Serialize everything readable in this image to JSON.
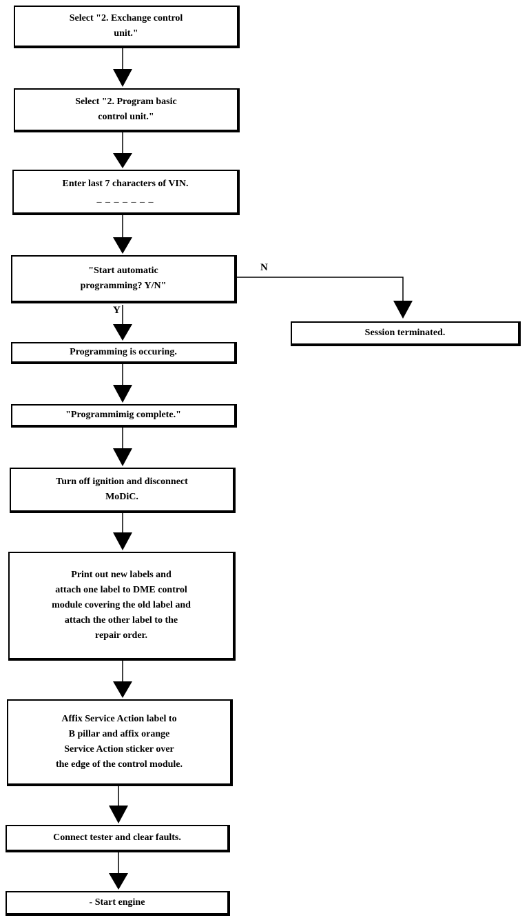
{
  "steps": [
    {
      "id": "s1",
      "lines": [
        "Select \"2. Exchange control",
        "unit.\""
      ]
    },
    {
      "id": "s2",
      "lines": [
        "Select \"2. Program basic",
        "control unit.\""
      ]
    },
    {
      "id": "s3",
      "lines": [
        "Enter last 7 characters of VIN."
      ],
      "blank": "_ _ _ _ _ _ _"
    },
    {
      "id": "s4",
      "lines": [
        "\"Start automatic",
        "programming? Y/N\""
      ]
    },
    {
      "id": "s5",
      "lines": [
        "Session terminated."
      ]
    },
    {
      "id": "s6",
      "lines": [
        "Programming is occuring."
      ]
    },
    {
      "id": "s7",
      "lines": [
        "\"Programmimig complete.\""
      ]
    },
    {
      "id": "s8",
      "lines": [
        "Turn off ignition and disconnect",
        "MoDiC."
      ]
    },
    {
      "id": "s9",
      "lines": [
        "Print out new labels and",
        "attach one label to DME control",
        "module covering the old label and",
        "attach the other label to the",
        "repair order."
      ]
    },
    {
      "id": "s10",
      "lines": [
        "Affix Service Action label to",
        "B pillar and affix orange",
        "Service Action sticker over",
        "the edge of the control module."
      ]
    },
    {
      "id": "s11",
      "lines": [
        "Connect tester and clear faults."
      ]
    },
    {
      "id": "s12",
      "lines": [
        "-      Start engine"
      ]
    }
  ],
  "branch_labels": {
    "no": "N",
    "yes": "Y"
  }
}
